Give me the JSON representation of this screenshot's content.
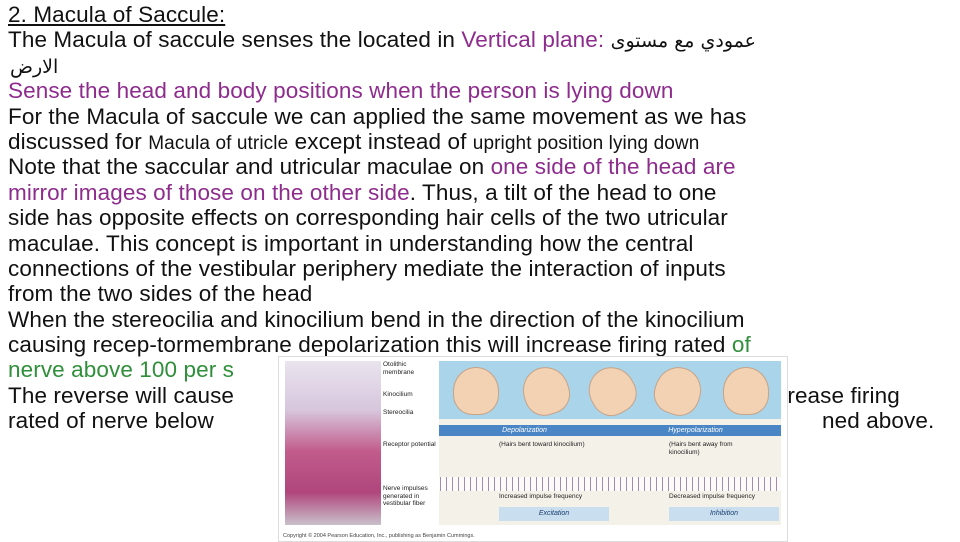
{
  "heading": "2. Macula of Saccule:",
  "line1": {
    "before": "The Macula of saccule senses the located in ",
    "highlight": "Vertical plane: ",
    "arabic": "عمودي مع مستوى"
  },
  "line2_arabic": "الارض",
  "line3": "Sense the head and body positions when the person is lying down",
  "line4": "For the Macula of saccule  we can applied the same movement as we has",
  "line5": {
    "a": "discussed for ",
    "b": "Macula of utricle",
    "c": " except instead of ",
    "d": "upright position lying down"
  },
  "line6": {
    "before": "Note that the saccular and utricular maculae on ",
    "highlight": "one side of the head are"
  },
  "line7": {
    "highlight": "mirror images of those on the other side",
    "after": ". Thus, a tilt of the head to one"
  },
  "line8": "side has opposite effects on corresponding hair cells of the two utricular",
  "line9": "maculae. This concept is important in understanding how the central",
  "line10": "connections of the vestibular periphery mediate the interaction of inputs",
  "line11": "from the two sides of the head",
  "line12": "When the stereocilia and kinocilium bend in the direction of the kinocilium",
  "line13": {
    "before": "causing recep-tormembrane depolarization this will increase firing rated ",
    "highlight": "of"
  },
  "line14": "nerve above 100 per s",
  "line15": {
    "left": "The reverse will cause",
    "right": "crease firing"
  },
  "line16": {
    "left": "rated of nerve below",
    "right": "ned above."
  },
  "figure": {
    "labels": [
      "Otolithic membrane",
      "Kinocilium",
      "Stereocilia",
      "Receptor potential",
      "Nerve impulses generated in vestibular fiber"
    ],
    "depolarization": "Depolarization",
    "hyperpolarization": "Hyperpolarization",
    "dep_note": "(Hairs bent toward kinocilium)",
    "hyp_note": "(Hairs bent away from kinocilium)",
    "increased": "Increased impulse frequency",
    "decreased": "Decreased impulse frequency",
    "excitation": "Excitation",
    "inhibition": "Inhibition",
    "copyright": "Copyright © 2004 Pearson Education, Inc., publishing as Benjamin Cummings."
  },
  "colors": {
    "purple": "#8e2c8e",
    "green": "#2f8f3a"
  }
}
